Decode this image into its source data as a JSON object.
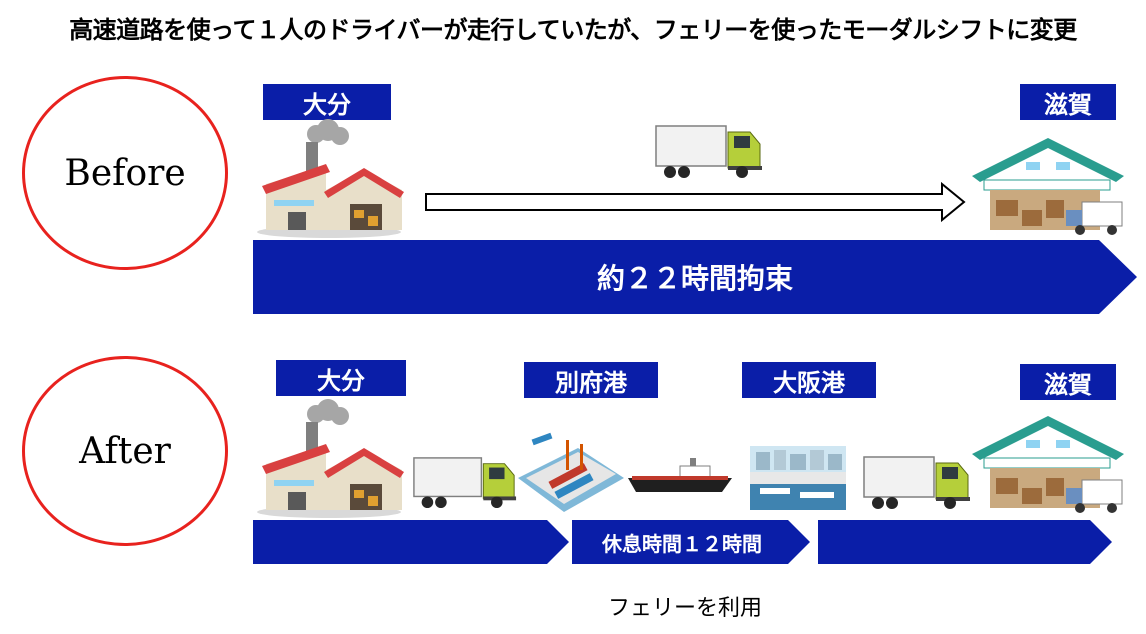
{
  "title": "高速道路を使って１人のドライバーが走行していたが、フェリーを使ったモーダルシフトに変更",
  "before": {
    "label": "Before",
    "origin": "大分",
    "destination": "滋賀",
    "bar_label": "約２２時間拘束"
  },
  "after": {
    "label": "After",
    "origin": "大分",
    "port1": "別府港",
    "port2": "大阪港",
    "destination": "滋賀",
    "bar_label": "休息時間１２時間",
    "caption": "フェリーを利用"
  },
  "colors": {
    "accent": "#0a1ea8",
    "circle": "#e8221e"
  }
}
